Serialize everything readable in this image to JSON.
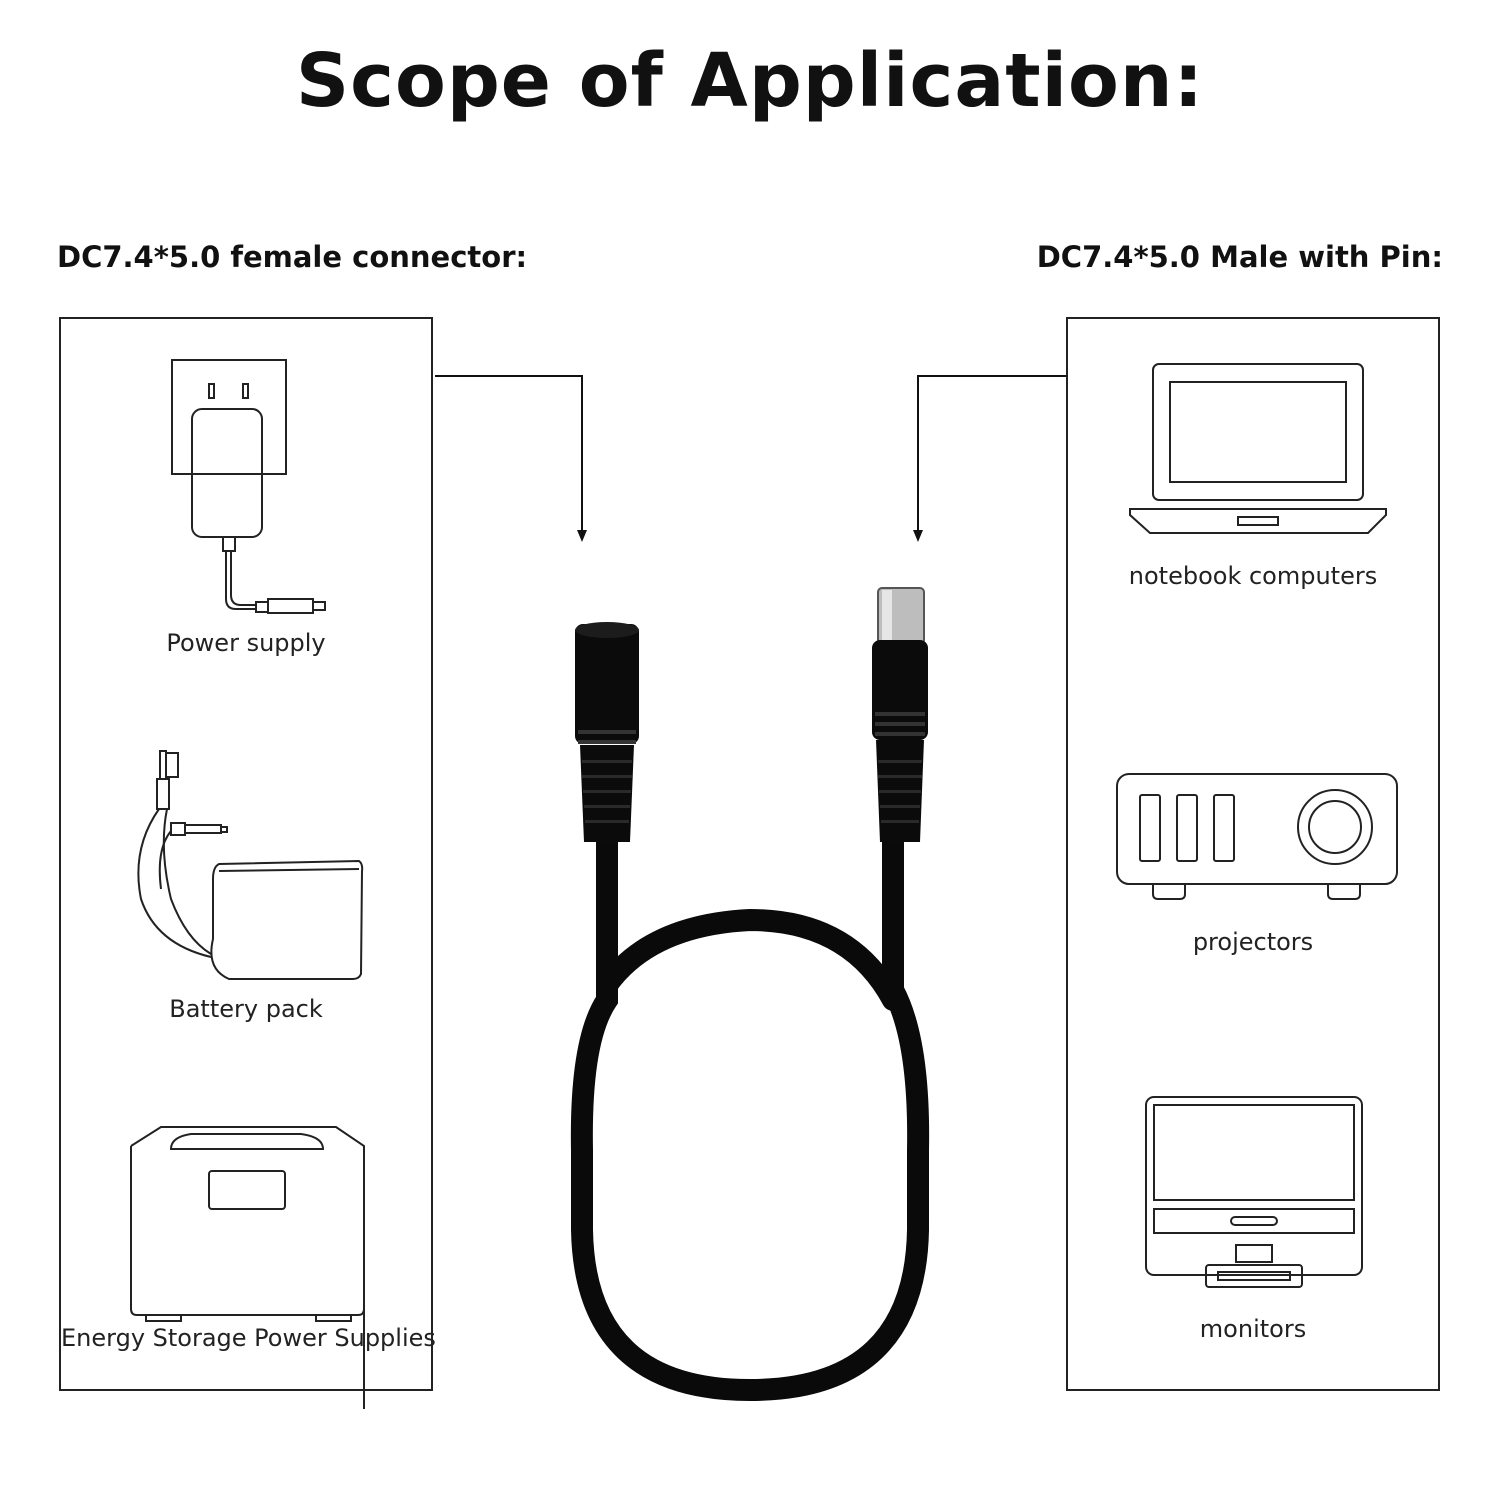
{
  "title": "Scope of Application:",
  "left": {
    "heading": "DC7.4*5.0 female connector:",
    "items": [
      {
        "label": "Power supply",
        "icon": "power-adapter-icon"
      },
      {
        "label": "Battery pack",
        "icon": "battery-pack-icon"
      },
      {
        "label": "Energy Storage Power Supplies",
        "icon": "energy-storage-icon"
      }
    ]
  },
  "right": {
    "heading": "DC7.4*5.0 Male with Pin:",
    "items": [
      {
        "label": "notebook computers",
        "icon": "laptop-icon"
      },
      {
        "label": "projectors",
        "icon": "projector-icon"
      },
      {
        "label": "monitors",
        "icon": "monitor-icon"
      }
    ]
  },
  "colors": {
    "line": "#222222",
    "cable": "#0a0a0a",
    "background": "#ffffff"
  }
}
